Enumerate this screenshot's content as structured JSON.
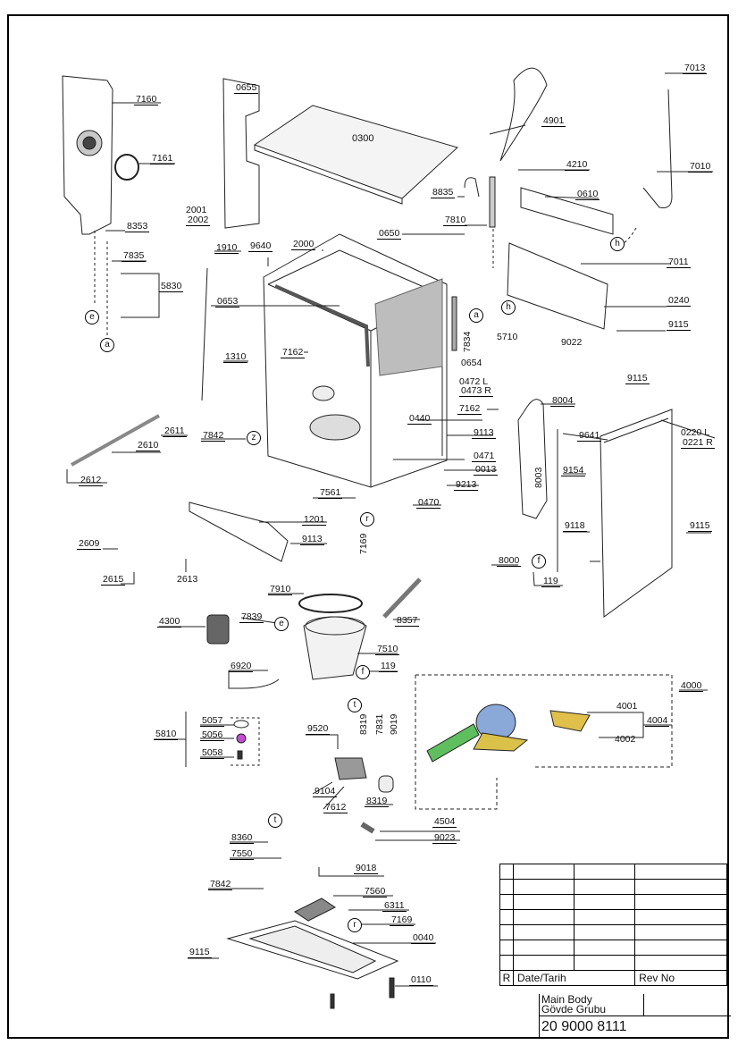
{
  "labels": {
    "p7160": "7160",
    "p7161": "7161",
    "p8353": "8353",
    "p7835": "7835",
    "p5830": "5830",
    "p0655": "0655",
    "p0300": "0300",
    "p4901": "4901",
    "p7013": "7013",
    "p7010": "7010",
    "p4210": "4210",
    "p0610": "0610",
    "p8835": "8835",
    "p7810": "7810",
    "p2001": "2001",
    "p2002": "2002",
    "p1910": "1910",
    "p9640": "9640",
    "p2000": "2000",
    "p0650": "0650",
    "p0653": "0653",
    "p7162a": "7162",
    "p1310": "1310",
    "p7011": "7011",
    "p0240": "0240",
    "p9115a": "9115",
    "p5710": "5710",
    "p9022": "9022",
    "p7834": "7834",
    "p0654": "0654",
    "p0472": "0472 L",
    "p0473": "0473 R",
    "p8004": "8004",
    "p7162b": "7162",
    "p0440": "0440",
    "p9115b": "9115",
    "p9641": "9641",
    "p0220": "0220 L",
    "p0221": "0221 R",
    "p9113a": "9113",
    "p2611": "2611",
    "p2610": "2610",
    "p2612": "2612",
    "p7842a": "7842",
    "p0471": "0471",
    "p0013": "0013",
    "p9213": "9213",
    "p9154": "9154",
    "p8003": "8003",
    "p7561": "7561",
    "p0470": "0470",
    "p1201": "1201",
    "p9113b": "9113",
    "p7169a": "7169",
    "p9118": "9118",
    "p9115c": "9115",
    "p2609": "2609",
    "p2613": "2613",
    "p2615": "2615",
    "p8000": "8000",
    "p119a": "119",
    "p7910": "7910",
    "p8357": "8357",
    "p4300": "4300",
    "p7839": "7839",
    "p7510": "7510",
    "p119b": "119",
    "p6920": "6920",
    "p4000": "4000",
    "p4001": "4001",
    "p4004": "4004",
    "p4002": "4002",
    "p5057": "5057",
    "p5056": "5056",
    "p5058": "5058",
    "p5810": "5810",
    "p9520": "9520",
    "p8319a": "8319",
    "p7831": "7831",
    "p9019": "9019",
    "p9104": "9104",
    "p7612": "7612",
    "p8319b": "8319",
    "p4504": "4504",
    "p9023": "9023",
    "p8360": "8360",
    "p7550": "7550",
    "p9018": "9018",
    "p7842b": "7842",
    "p7560": "7560",
    "p6311": "6311",
    "p7169b": "7169",
    "p0040": "0040",
    "p9115d": "9115",
    "p0110": "0110"
  },
  "callouts": {
    "e1": "e",
    "a1": "a",
    "h1": "h",
    "a2": "a",
    "h2": "h",
    "z1": "z",
    "r1": "r",
    "f1": "f",
    "e2": "e",
    "f2": "f",
    "t1": "t",
    "t2": "t",
    "r2": "r"
  },
  "title_block": {
    "rev_marker": "R",
    "date_header": "Date/Tarih",
    "rev_header": "Rev No",
    "title_en": "Main Body",
    "title_tr": "Gövde Grubu",
    "drawing_number": "20 9000 8111"
  }
}
